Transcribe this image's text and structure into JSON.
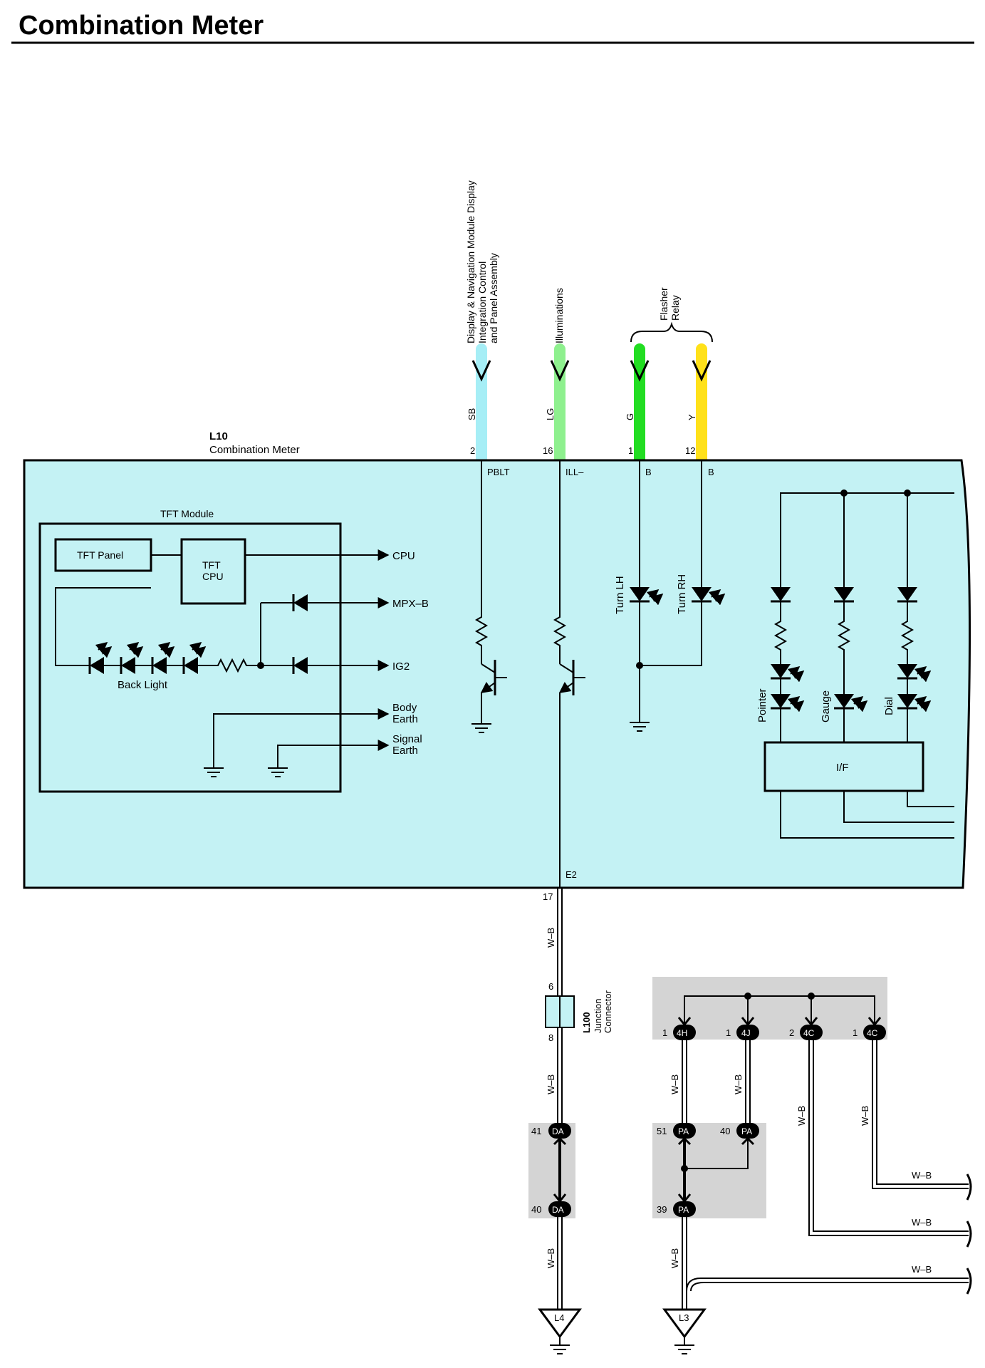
{
  "title": "Combination Meter",
  "colors": {
    "meter_fill": "#c4f2f4",
    "connector_box": "#d4d4d4",
    "SB": "#a6eef6",
    "LG": "#8ef08e",
    "G": "#22dd22",
    "Y": "#ffe11a"
  },
  "top_labels": {
    "display_nav_1": "Display & Navigation Module Display",
    "display_nav_2": "Integration Control",
    "display_nav_3": "and Panel Assembly",
    "illuminations": "Illuminations",
    "flasher_1": "Flasher",
    "flasher_2": "Relay"
  },
  "wires": {
    "sb": {
      "color_code": "SB",
      "pin": "2",
      "terminal": "PBLT"
    },
    "lg": {
      "color_code": "LG",
      "pin": "16",
      "terminal": "ILL–"
    },
    "g": {
      "color_code": "G",
      "pin": "1",
      "terminal": "B"
    },
    "y": {
      "color_code": "Y",
      "pin": "12",
      "terminal": "B"
    }
  },
  "meter": {
    "id": "L10",
    "name": "Combination Meter",
    "e2_terminal": "E2",
    "e2_pin": "17"
  },
  "tft": {
    "module": "TFT Module",
    "panel": "TFT Panel",
    "cpu_line1": "TFT",
    "cpu_line2": "CPU",
    "back_light": "Back Light",
    "out_cpu": "CPU",
    "out_mpxb": "MPX–B",
    "out_ig2": "IG2",
    "out_body_1": "Body",
    "out_body_2": "Earth",
    "out_signal_1": "Signal",
    "out_signal_2": "Earth"
  },
  "turn": {
    "lh": "Turn LH",
    "rh": "Turn RH"
  },
  "indicators": {
    "pointer": "Pointer",
    "gauge": "Gauge",
    "dial": "Dial",
    "if_box": "I/F"
  },
  "junction": {
    "id": "L100",
    "name_1": "Junction",
    "name_2": "Connector",
    "pin_in": "6",
    "pin_out": "8"
  },
  "wire_code": "W–B",
  "left_path": {
    "da_top": {
      "pin": "41",
      "conn": "DA"
    },
    "da_bot": {
      "pin": "40",
      "conn": "DA"
    },
    "ground": "L4"
  },
  "right_path": {
    "c4h": {
      "pin": "1",
      "conn": "4H"
    },
    "c4j": {
      "pin": "1",
      "conn": "4J"
    },
    "c4c_a": {
      "pin": "2",
      "conn": "4C"
    },
    "c4c_b": {
      "pin": "1",
      "conn": "4C"
    },
    "pa51": {
      "pin": "51",
      "conn": "PA"
    },
    "pa40": {
      "pin": "40",
      "conn": "PA"
    },
    "pa39": {
      "pin": "39",
      "conn": "PA"
    },
    "ground": "L3"
  }
}
